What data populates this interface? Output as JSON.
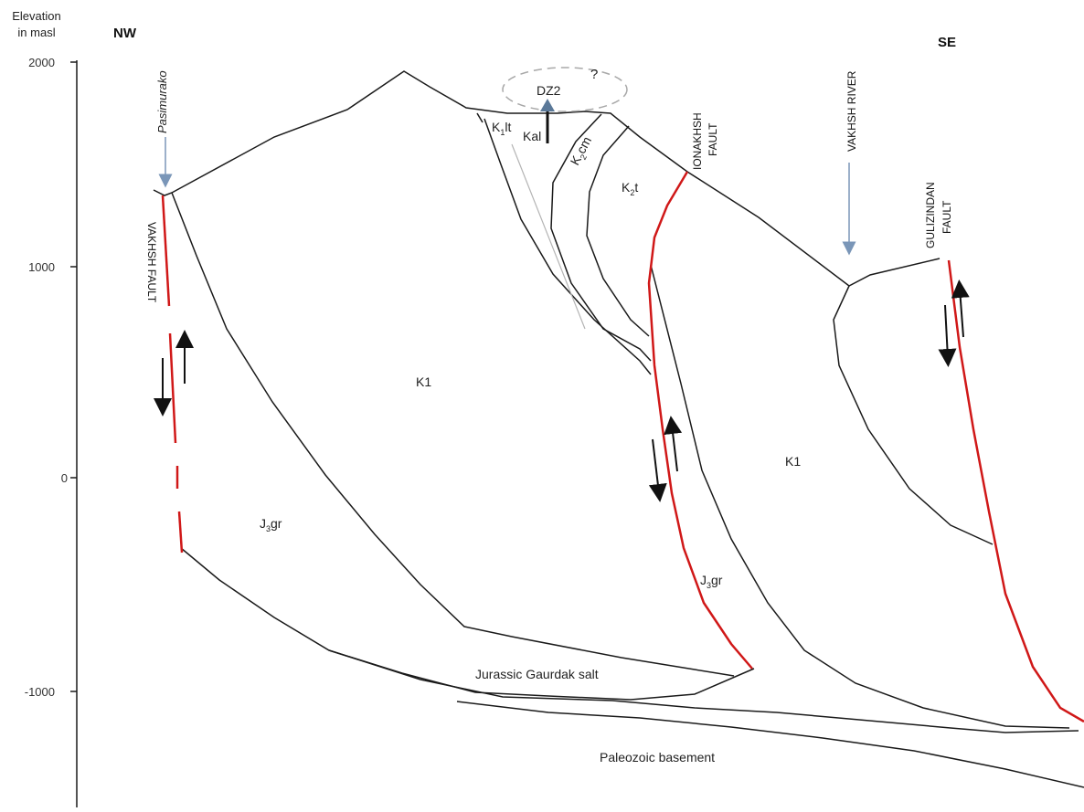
{
  "axis": {
    "title_line1": "Elevation",
    "title_line2": "in masl",
    "ticks": [
      "2000",
      "1000",
      "0",
      "-1000"
    ]
  },
  "directions": {
    "left": "NW",
    "right": "SE"
  },
  "places": {
    "pasimurako": "Pasimurako",
    "vakhsh_river": "VAKHSH RIVER"
  },
  "faults": {
    "vakhsh": "VAKHSH FAULT",
    "ionakhsh_line1": "IONAKHSH",
    "ionakhsh_line2": "FAULT",
    "gulizindan_line1": "GULIZINDAN",
    "gulizindan_line2": "FAULT"
  },
  "units": {
    "k1_left": "K1",
    "k1_right": "K1",
    "j3gr_left_main": "J",
    "j3gr_left_sub": "3",
    "j3gr_left_tail": "gr",
    "j3gr_right_main": "J",
    "j3gr_right_sub": "3",
    "j3gr_right_tail": "gr",
    "k1lt_main": "K",
    "k1lt_sub": "1",
    "k1lt_tail": "lt",
    "kal": "Kal",
    "k2cm_main": "K",
    "k2cm_sub": "2",
    "k2cm_tail": "cm",
    "k2t_main": "K",
    "k2t_sub": "2",
    "k2t_tail": "t",
    "gaurdak_salt": "Jurassic Gaurdak salt",
    "paleozoic": "Paleozoic basement"
  },
  "annotations": {
    "dz2": "DZ2",
    "question": "?"
  },
  "colors": {
    "fault": "#d01818",
    "boundary": "#1a1a1a",
    "marker_arrow": "#7a96b8",
    "dz2_ellipse": "#a8a8a8"
  }
}
